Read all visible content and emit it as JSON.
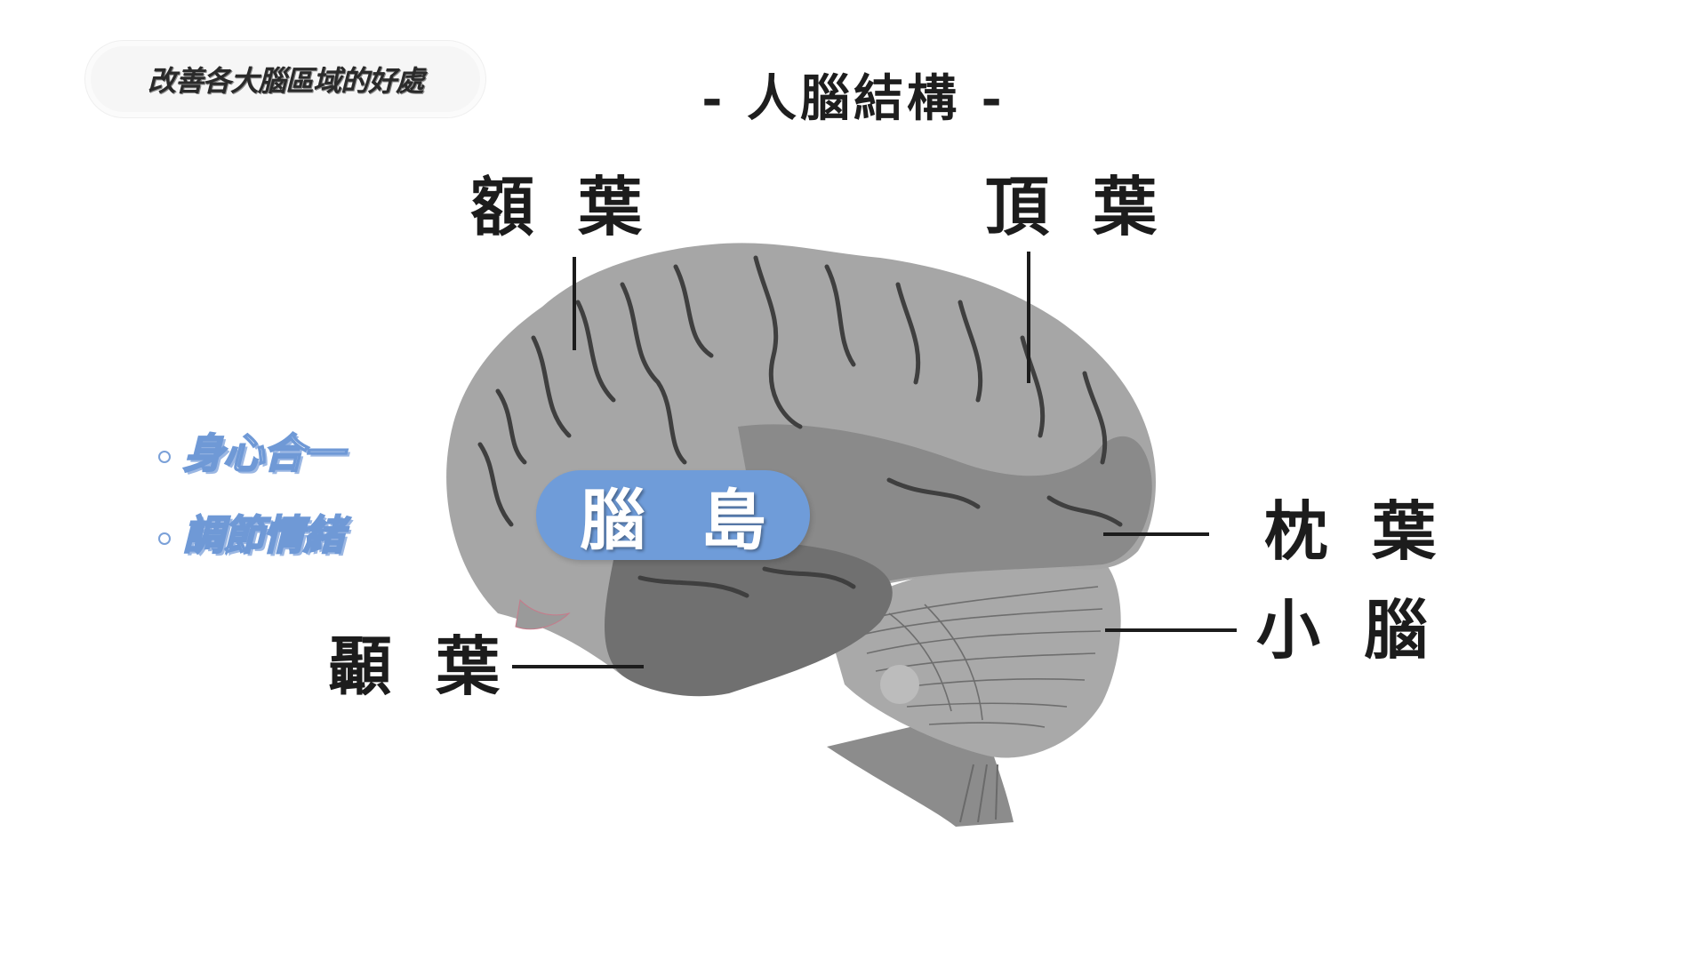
{
  "header": {
    "section_pill": "改善各大腦區域的好處",
    "title": "- 人腦結構 -"
  },
  "brain_regions": {
    "frontal_lobe": "額 葉",
    "parietal_lobe": "頂 葉",
    "occipital_lobe": "枕 葉",
    "cerebellum": "小 腦",
    "temporal_lobe": "顳 葉",
    "insula": "腦 島"
  },
  "benefits": [
    {
      "label": "身心合一"
    },
    {
      "label": "調節情緒"
    }
  ],
  "colors": {
    "insula_highlight": "#6f9cd9",
    "benefit_text_outline": "#6f99d6",
    "label_text": "#1c1c1c",
    "brain_light": "#a6a6a6",
    "brain_mid": "#8a8a8a",
    "brain_dark": "#6e6e6e",
    "sulci": "#3f3f3f"
  }
}
